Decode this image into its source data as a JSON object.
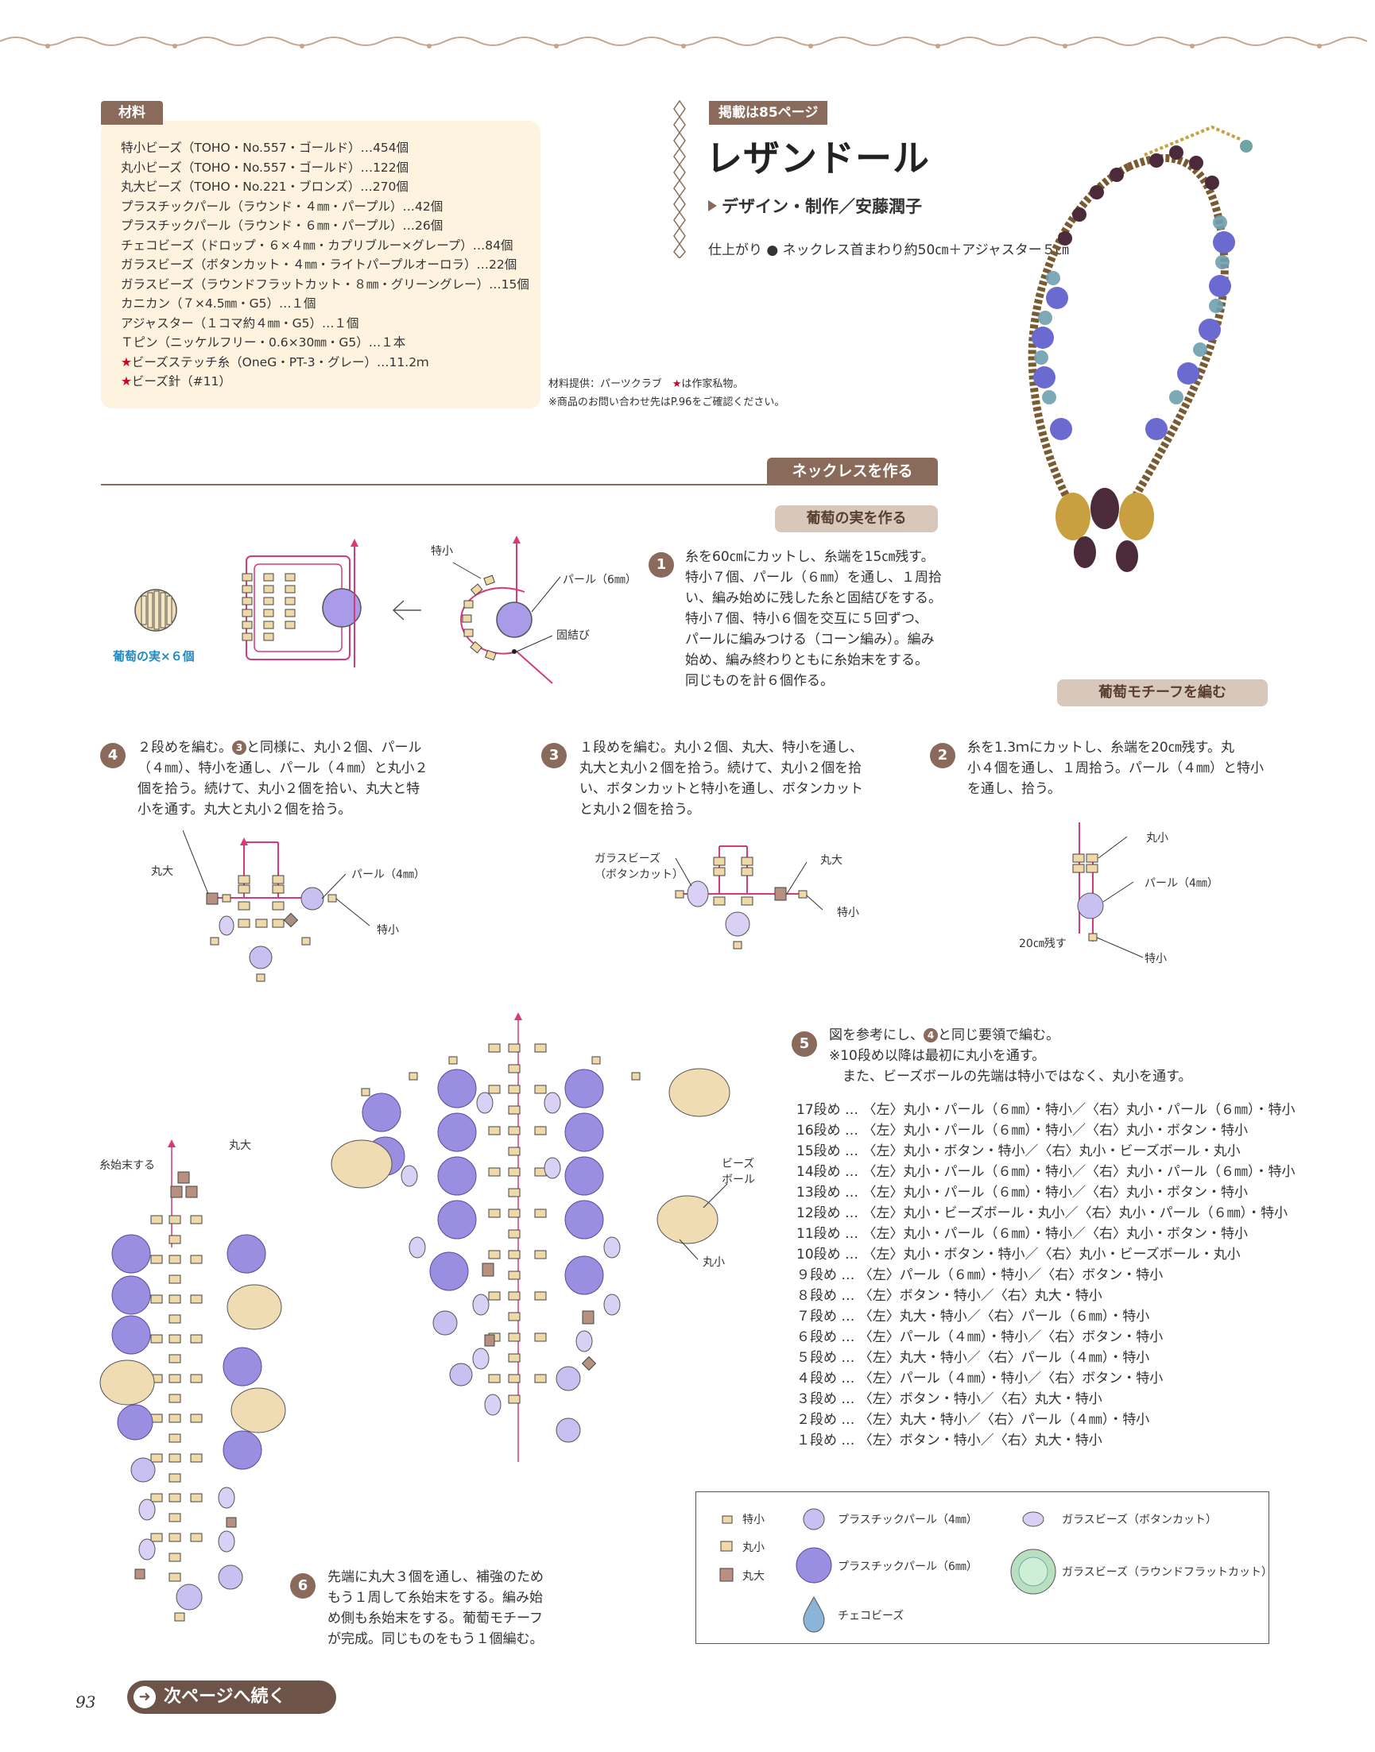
{
  "materials": {
    "tag": "材料",
    "items": [
      "特小ビーズ（TOHO・No.557・ゴールド）…454個",
      "丸小ビーズ（TOHO・No.557・ゴールド）…122個",
      "丸大ビーズ（TOHO・No.221・ブロンズ）…270個",
      "プラスチックパール（ラウンド・４㎜・パープル）…42個",
      "プラスチックパール（ラウンド・６㎜・パープル）…26個",
      "チェコビーズ（ドロップ・６×４㎜・カプリブルー×グレープ）…84個",
      "ガラスビーズ（ボタンカット・４㎜・ライトパープルオーロラ）…22個",
      "ガラスビーズ（ラウンドフラットカット・８㎜・グリーングレー）…15個",
      "カニカン（７×4.5㎜・G5）…１個",
      "アジャスター（１コマ約４㎜・G5）…１個",
      "Ｔピン（ニッケルフリー・0.6×30㎜・G5）…１本"
    ],
    "star_items": [
      "ビーズステッチ糸（OneG・PT-3・グレー）…11.2ｍ",
      "ビーズ針（#11）"
    ],
    "supplier_prefix": "材料提供：パーツクラブ　",
    "supplier_star_note": "は作家私物。",
    "inquiry": "※商品のお問い合わせ先はP.96をご確認ください。"
  },
  "header": {
    "page_tag": "掲載は85ページ",
    "title": "レザンドール",
    "design": "デザイン・制作／安藤潤子",
    "finish": "仕上がり ● ネックレス首まわり約50㎝＋アジャスター５㎝"
  },
  "sections": {
    "necklace": "ネックレスを作る",
    "grape_fruit": "葡萄の実を作る",
    "grape_motif": "葡萄モチーフを編む"
  },
  "steps": {
    "s1": [
      "糸を60㎝にカットし、糸端を15㎝残す。",
      "特小７個、パール（６㎜）を通し、１周拾",
      "い、編み始めに残した糸と固結びをする。",
      "特小７個、特小６個を交互に５回ずつ、",
      "パールに編みつける（コーン編み）。編み",
      "始め、編み終わりともに糸始末をする。",
      "同じものを計６個作る。"
    ],
    "s2": [
      "糸を1.3ｍにカットし、糸端を20㎝残す。丸",
      "小４個を通し、１周拾う。パール（４㎜）と特小",
      "を通し、拾う。"
    ],
    "s3": [
      "１段めを編む。丸小２個、丸大、特小を通し、",
      "丸大と丸小２個を拾う。続けて、丸小２個を拾",
      "い、ボタンカットと特小を通し、ボタンカット",
      "と丸小２個を拾う。"
    ],
    "s4_pre": "２段めを編む。",
    "s4_ref": "3",
    "s4_lines": [
      "と同様に、丸小２個、パール",
      "（４㎜）、特小を通し、パール（４㎜）と丸小２",
      "個を拾う。続けて、丸小２個を拾い、丸大と特",
      "小を通す。丸大と丸小２個を拾う。"
    ],
    "s5_pre": "図を参考にし、",
    "s5_ref": "4",
    "s5_post": "と同じ要領で編む。",
    "s5_note1": "※10段め以降は最初に丸小を通す。",
    "s5_note2": "また、ビーズボールの先端は特小ではなく、丸小を通す。",
    "s6": [
      "先端に丸大３個を通し、補強のため",
      "もう１周して糸始末をする。編み始",
      "め側も糸始末をする。葡萄モチーフ",
      "が完成。同じものをもう１個編む。"
    ]
  },
  "rows": [
    "17段め … 〈左〉丸小・パール（６㎜）・特小／〈右〉丸小・パール（６㎜）・特小",
    "16段め … 〈左〉丸小・パール（６㎜）・特小／〈右〉丸小・ボタン・特小",
    "15段め … 〈左〉丸小・ボタン・特小／〈右〉丸小・ビーズボール・丸小",
    "14段め … 〈左〉丸小・パール（６㎜）・特小／〈右〉丸小・パール（６㎜）・特小",
    "13段め … 〈左〉丸小・パール（６㎜）・特小／〈右〉丸小・ボタン・特小",
    "12段め … 〈左〉丸小・ビーズボール・丸小／〈右〉丸小・パール（６㎜）・特小",
    "11段め … 〈左〉丸小・パール（６㎜）・特小／〈右〉丸小・ボタン・特小",
    "10段め … 〈左〉丸小・ボタン・特小／〈右〉丸小・ビーズボール・丸小",
    "９段め … 〈左〉パール（６㎜）・特小／〈右〉ボタン・特小",
    "８段め … 〈左〉ボタン・特小／〈右〉丸大・特小",
    "７段め … 〈左〉丸大・特小／〈右〉パール（６㎜）・特小",
    "６段め … 〈左〉パール（４㎜）・特小／〈右〉ボタン・特小",
    "５段め … 〈左〉丸大・特小／〈右〉パール（４㎜）・特小",
    "４段め … 〈左〉パール（４㎜）・特小／〈右〉ボタン・特小",
    "３段め … 〈左〉ボタン・特小／〈右〉丸大・特小",
    "２段め … 〈左〉丸大・特小／〈右〉パール（４㎜）・特小",
    "１段め … 〈左〉ボタン・特小／〈右〉丸大・特小"
  ],
  "labels": {
    "tokusho": "特小",
    "marusho": "丸小",
    "marudai": "丸大",
    "pearl6": "パール（6㎜）",
    "pearl4": "パール（4㎜）",
    "katamusubi": "固結び",
    "glass_line1": "ガラスビーズ",
    "glass_line2": "（ボタンカット）",
    "remain20": "20㎝残す",
    "ito_shimatsu": "糸始末する",
    "ball_line1": "ビーズ",
    "ball_line2": "ボール",
    "grape_caption": "葡萄の実×６個"
  },
  "legend": {
    "tokusho": "特小",
    "marusho": "丸小",
    "marudai": "丸大",
    "pearl4": "プラスチックパール（4㎜）",
    "pearl6": "プラスチックパール（6㎜）",
    "czech": "チェコビーズ",
    "glass_button": "ガラスビーズ（ボタンカット）",
    "glass_round": "ガラスビーズ（ラウンドフラットカット）"
  },
  "footer": {
    "next": "次ページへ続く",
    "page": "93"
  },
  "colors": {
    "brown": "#8a6a5a",
    "star": "#d0021b",
    "blue_caption": "#1e8bc3",
    "thread": "#d63a78",
    "pearl": "#9a8ee0",
    "seed": "#f0d9a8"
  }
}
